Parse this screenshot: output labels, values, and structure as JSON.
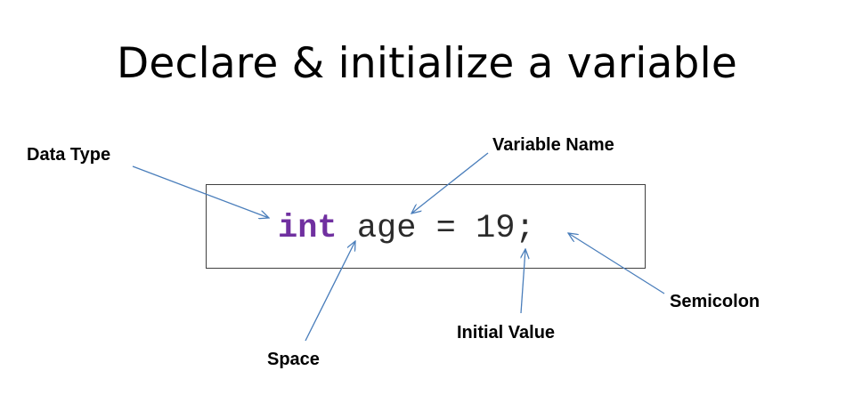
{
  "title": "Declare & initialize a variable",
  "code": {
    "keyword": "int",
    "space": " ",
    "name": "age",
    "rest_pre": " = ",
    "value": "19",
    "terminator": ";"
  },
  "labels": {
    "data_type": "Data Type",
    "variable_name": "Variable Name",
    "space": "Space",
    "initial_value": "Initial Value",
    "semicolon": "Semicolon"
  },
  "colors": {
    "keyword": "#7030a0",
    "arrow": "#4a7ebb",
    "text": "#000000"
  }
}
